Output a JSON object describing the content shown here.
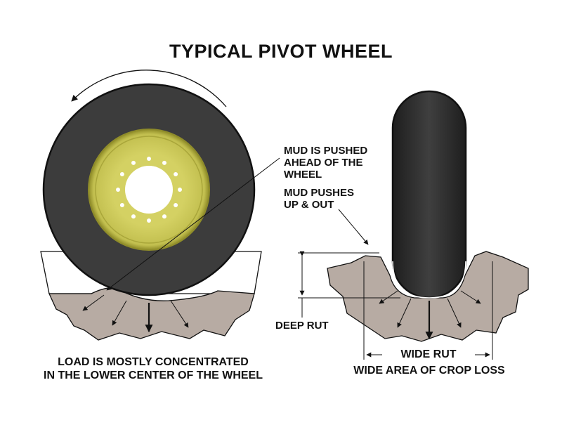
{
  "title": "TYPICAL PIVOT WHEEL",
  "labels": {
    "mud_pushed": [
      "MUD IS PUSHED",
      "AHEAD OF THE",
      "WHEEL"
    ],
    "mud_pushes": [
      "MUD PUSHES",
      "UP & OUT"
    ],
    "deep_rut": "DEEP RUT",
    "load": [
      "LOAD IS MOSTLY CONCENTRATED",
      "IN THE LOWER CENTER OF THE WHEEL"
    ],
    "wide_rut": "WIDE RUT",
    "wide_area": "WIDE AREA OF CROP LOSS"
  },
  "colors": {
    "tire": "#3c3c3c",
    "tire_dark": "#1f1f1f",
    "rim": "#c9c657",
    "rim_edge": "#8f8c2a",
    "mud": "#b7aba3",
    "line": "#111111"
  }
}
